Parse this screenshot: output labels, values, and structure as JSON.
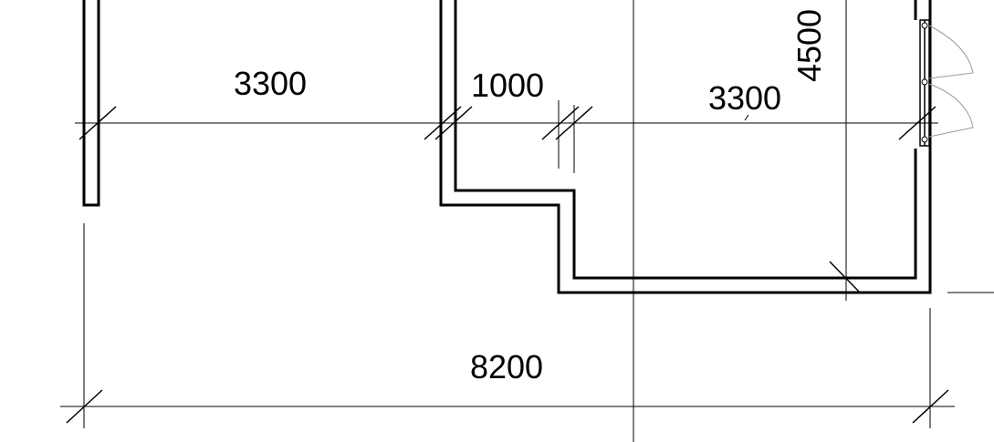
{
  "dimensions": {
    "top_left_span": "3300",
    "top_middle_span": "1000",
    "top_right_span": "3300",
    "vertical_span": "4500",
    "overall_span": "8200"
  },
  "colors": {
    "ink": "#000000",
    "background": "#ffffff",
    "door_swing": "#9a9a9a"
  }
}
